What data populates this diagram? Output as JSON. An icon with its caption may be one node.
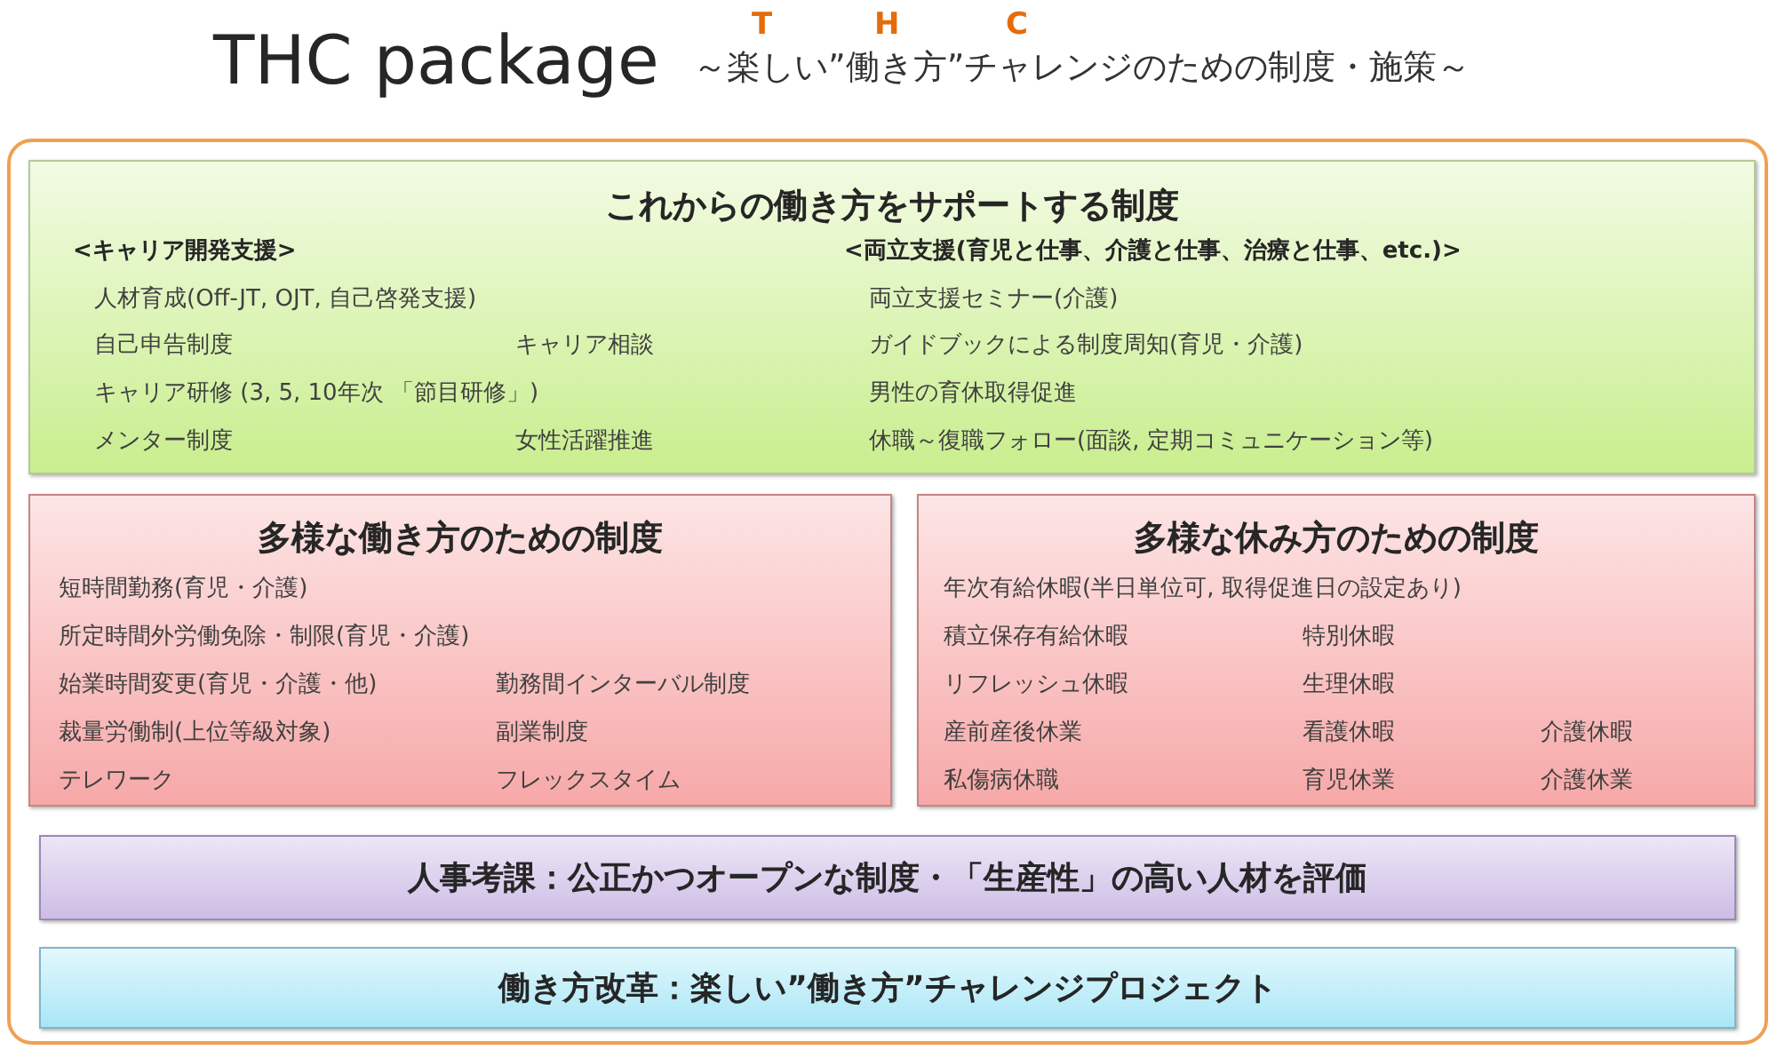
{
  "diagram": {
    "title": "THC package",
    "nodes": [
      {
        "text": [],
        "shape": "box"
      },
      {
        "text": [
          "これからの働き方をサポートする制度",
          "<キャリア開発支援>",
          "<両立支援(育児と仕事、介護と仕事、治療と仕事、etc.)>",
          "人材育成(Off-JT, OJT, 自己啓発支援)",
          "両立支援セミナー(介護)",
          "自己申告制度",
          "キャリア相談",
          "ガイドブックによる制度周知(育児・介護)",
          "キャリア研修 (3, 5, 10年次 「節目研修」)",
          "男性の育休取得促進",
          "メンター制度",
          "女性活躍推進",
          "休職～復職フォロー(面談, 定期コミュニケーション等)"
        ],
        "in": 0
      },
      {
        "text": [
          "多様な働き方のための制度",
          "短時間勤務(育児・介護)",
          "所定時間外労働免除・制限(育児・介護)",
          "始業時間変更(育児・介護・他)",
          "勤務間インターバル制度",
          "裁量労働制(上位等級対象)",
          "副業制度",
          "テレワーク",
          "フレックスタイム"
        ],
        "in": 0
      },
      {
        "text": [
          "多様な休み方のための制度",
          "年次有給休暇(半日単位可, 取得促進日の設定あり)",
          "積立保存有給休暇",
          "特別休暇",
          "リフレッシュ休暇",
          "生理休暇",
          "産前産後休業",
          "看護休暇",
          "介護休暇",
          "私傷病休職",
          "育児休業",
          "介護休業"
        ],
        "in": 0
      },
      {
        "text": [
          "人事考課：公正かつオープンな制度・「生産性」の高い人材を評価"
        ],
        "in": 0
      },
      {
        "text": [
          "働き方改革：楽しい”働き方”チャレンジプロジェクト"
        ],
        "in": 0
      }
    ],
    "edges": [],
    "labels": [
      "T",
      "H",
      "C",
      "～楽しい”働き方”チャレンジのための制度・施策～"
    ]
  }
}
